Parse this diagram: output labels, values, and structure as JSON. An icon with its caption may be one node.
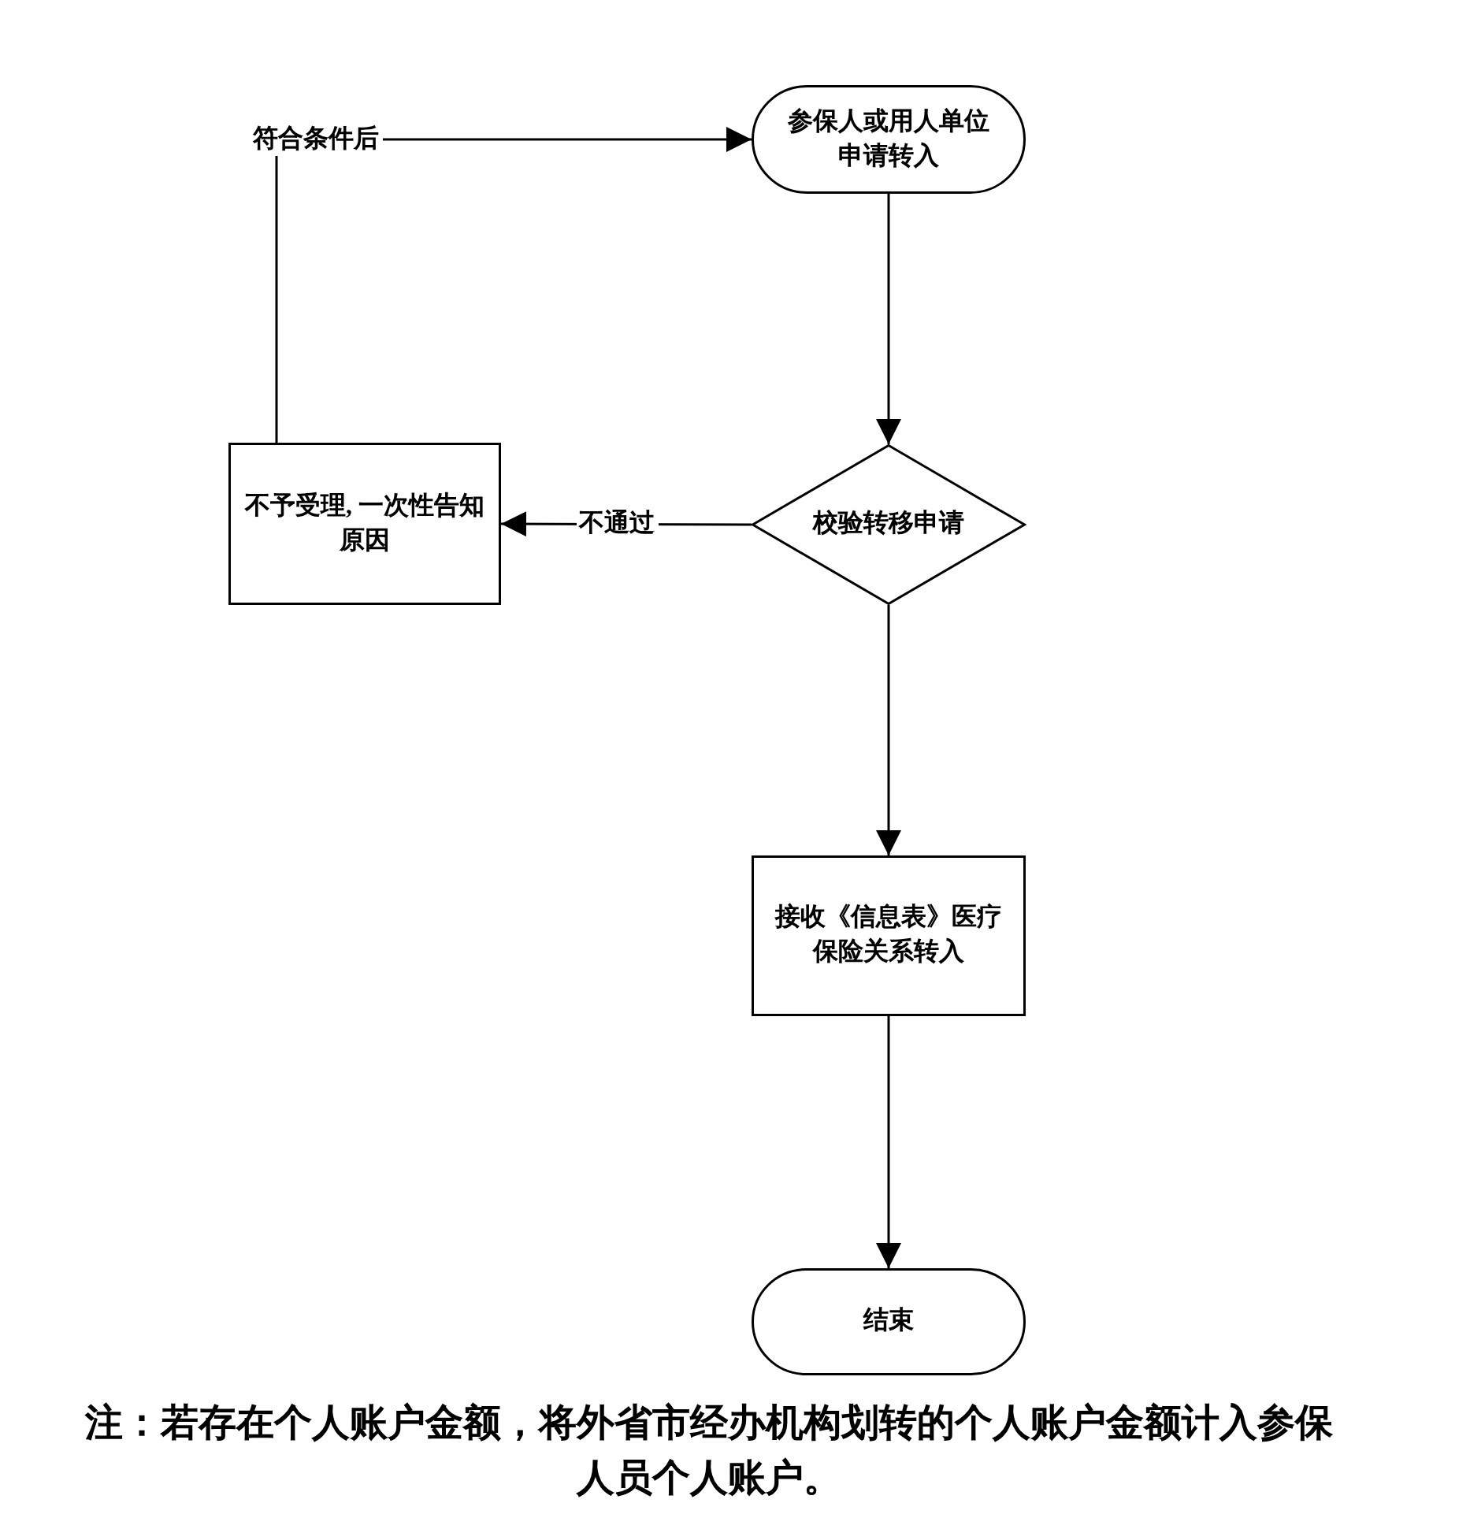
{
  "diagram": {
    "nodes": [
      {
        "text": [
          "参保人或用人单位申请转入"
        ]
      },
      {
        "text": [
          "校验转移申请"
        ]
      },
      {
        "text": [
          "不予受理, 一次性告知原因"
        ]
      },
      {
        "text": [
          "接收《信息表》医疗保险关系转入"
        ]
      },
      {
        "text": [
          "结束"
        ]
      }
    ],
    "edges": [
      {
        "from": 0,
        "to": 1,
        "arrow": "to"
      },
      {
        "from": 1,
        "to": 2,
        "arrow": "to",
        "label": "不通过"
      },
      {
        "from": 2,
        "to": 0,
        "arrow": "to",
        "label": "符合条件后"
      },
      {
        "from": 1,
        "to": 3,
        "arrow": "to"
      },
      {
        "from": 3,
        "to": 4,
        "arrow": "to"
      }
    ],
    "labels": [
      "注：若存在个人账户金额，将外省市经办机构划转的个人账户金额计入参保人员个人账户。"
    ]
  }
}
